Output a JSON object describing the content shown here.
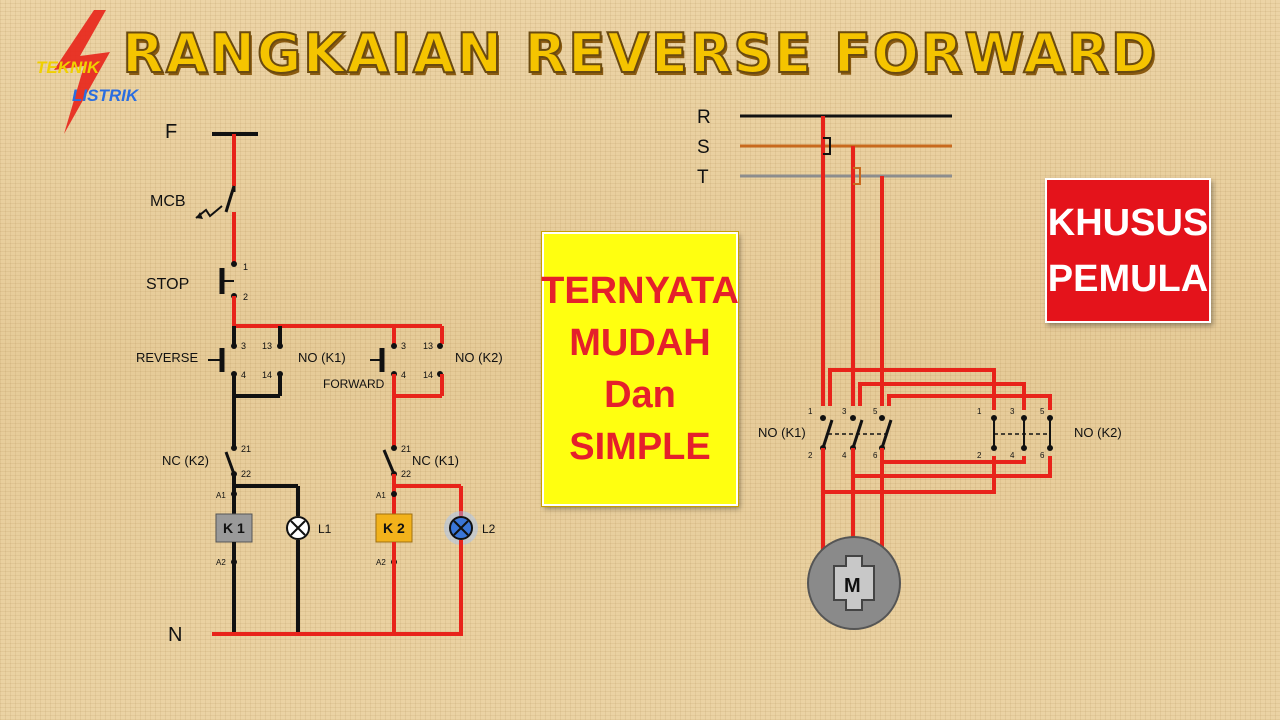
{
  "title": "RANGKAIAN REVERSE FORWARD",
  "logo": {
    "line1": "TEKNIK",
    "line2": "LISTRIK"
  },
  "callout_yellow": {
    "line1": "TERNYATA",
    "line2": "MUDAH",
    "line3": "Dan",
    "line4": "SIMPLE"
  },
  "callout_red": {
    "line1": "KHUSUS",
    "line2": "PEMULA"
  },
  "control": {
    "phase_label": "F",
    "neutral_label": "N",
    "mcb_label": "MCB",
    "stop_label": "STOP",
    "reverse_label": "REVERSE",
    "forward_label": "FORWARD",
    "no_k1": "NO (K1)",
    "no_k2": "NO (K2)",
    "nc_k2": "NC (K2)",
    "nc_k1": "NC (K1)",
    "coil_k1": "K 1",
    "coil_k2": "K 2",
    "lamp_l1": "L1",
    "lamp_l2": "L2",
    "t1": "1",
    "t2": "2",
    "t3": "3",
    "t4": "4",
    "t13": "13",
    "t14": "14",
    "t21": "21",
    "t22": "22",
    "a1": "A1",
    "a2": "A2"
  },
  "power": {
    "r": "R",
    "s": "S",
    "t": "T",
    "no_k1": "NO (K1)",
    "no_k2": "NO (K2)",
    "motor": "M",
    "p1": "1",
    "p2": "2",
    "p3": "3",
    "p4": "4",
    "p5": "5",
    "p6": "6"
  },
  "colors": {
    "active_wire": "#e8231a",
    "inactive_wire": "#111111",
    "coil_k1": "#9a9a9a",
    "coil_k2": "#f2b21b",
    "lamp_on": "#3a76d8"
  }
}
